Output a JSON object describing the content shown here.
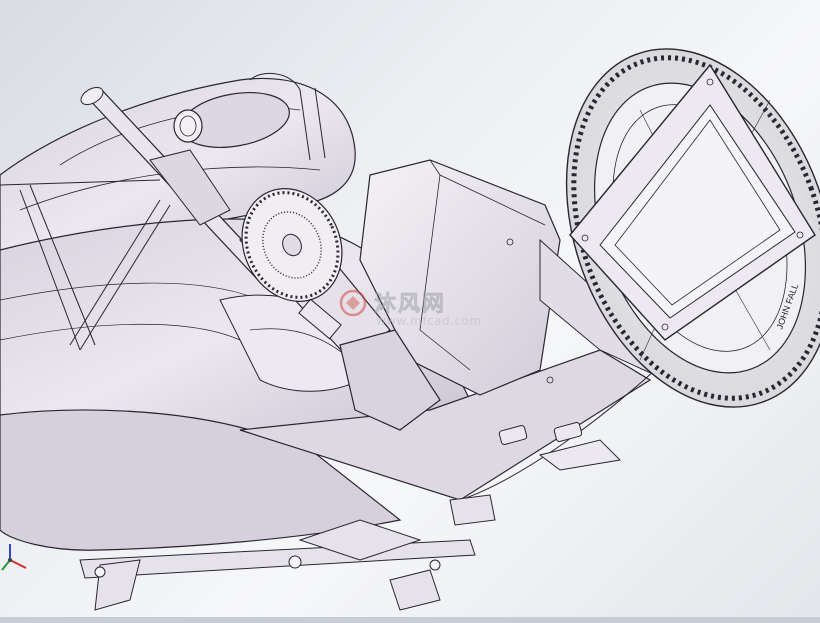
{
  "watermark": {
    "title": "沐风网",
    "url": "www.mfcad.com"
  },
  "tire_sidewall_text": "JOHN FALL",
  "colors": {
    "background_light": "#f6f7f9",
    "background_dark": "#d9dce3",
    "model_fill": "#e7e4ec",
    "model_shade": "#cfc9d6",
    "edge_line": "#2a2630",
    "watermark_red": "#d24a3c",
    "triad_x": "#d0302a",
    "triad_y": "#2a9a3a",
    "triad_z": "#2a4ad0"
  },
  "icons": {
    "watermark_logo": "mfcad-logo-icon",
    "view_triad": "axis-triad-icon"
  }
}
